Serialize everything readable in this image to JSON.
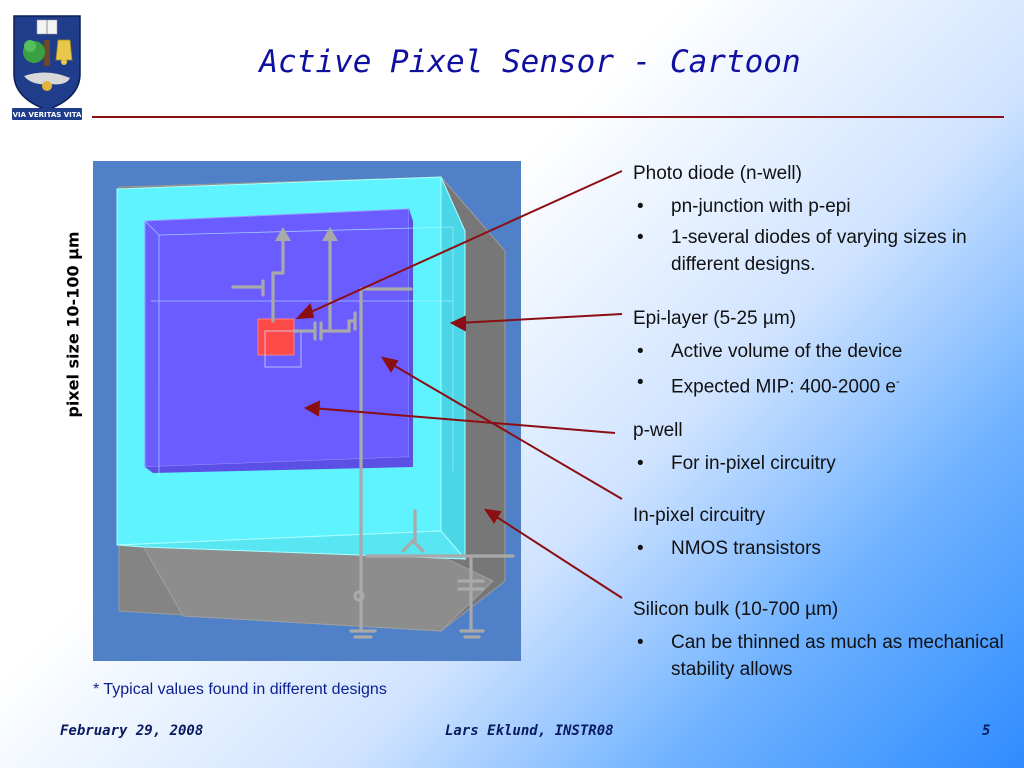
{
  "slide": {
    "title": "Active Pixel Sensor - Cartoon",
    "side_label": "pixel size 10-100 µm",
    "footnote": "* Typical values  found in different designs",
    "footer": {
      "date": "February 29, 2008",
      "author": "Lars Eklund, INSTR08",
      "page": "5"
    },
    "logo": {
      "motto": "VIA VERITAS VITA"
    }
  },
  "callouts": [
    {
      "heading": "Photo diode (n-well)",
      "bullets": [
        "pn-junction with p-epi",
        "1-several diodes of varying sizes in different designs."
      ]
    },
    {
      "heading": "Epi-layer (5-25 µm)",
      "bullets": [
        "Active volume of the device",
        "Expected MIP: 400-2000 e"
      ],
      "superscript": "-"
    },
    {
      "heading": "p-well",
      "bullets": [
        "For in-pixel circuitry"
      ]
    },
    {
      "heading": "In-pixel circuitry",
      "bullets": [
        "NMOS transistors"
      ]
    },
    {
      "heading": "Silicon bulk (10-700 µm)",
      "bullets": [
        "Can be thinned as much as mechanical stability allows"
      ]
    }
  ],
  "colors": {
    "title": "#1010a0",
    "rule": "#8b0e12",
    "callout_line": "#8b0e12",
    "epi_layer": "#5ef3ff",
    "p_well": "#6a5cff",
    "photodiode": "#ff4a4a",
    "bulk": "#8a8a8a"
  }
}
